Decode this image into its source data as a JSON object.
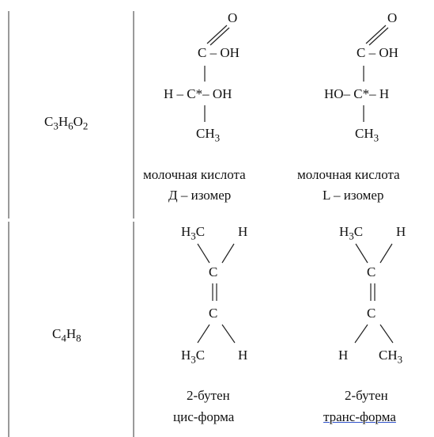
{
  "rows": [
    {
      "formula": {
        "c": "C",
        "n1": "3",
        "h": "H",
        "n2": "6",
        "o": "O",
        "n3": "2"
      },
      "left": {
        "o": "O",
        "cooh": "C – OH",
        "middle": "H – C*– OH",
        "ch3": {
          "ch": "CH",
          "sub": "3"
        },
        "name": "молочная кислота",
        "isomer": "Д – изомер"
      },
      "right": {
        "o": "O",
        "cooh": "C – OH",
        "middle": "HO– C*– H",
        "ch3": {
          "ch": "CH",
          "sub": "3"
        },
        "name": "молочная кислота",
        "isomer": "L – изомер"
      }
    },
    {
      "formula": {
        "c": "C",
        "n1": "4",
        "h": "H",
        "n2": "8"
      },
      "left": {
        "top_l": {
          "h": "H",
          "sub": "3",
          "c": "C"
        },
        "top_r": "H",
        "c1": "C",
        "c2": "C",
        "bot_l": {
          "h": "H",
          "sub": "3",
          "c": "C"
        },
        "bot_r": "H",
        "name": "2-бутен",
        "form": "цис-форма"
      },
      "right": {
        "top_l": {
          "h": "H",
          "sub": "3",
          "c": "C"
        },
        "top_r": "H",
        "c1": "C",
        "c2": "C",
        "bot_l": "H",
        "bot_r": {
          "ch": "CH",
          "sub": "3"
        },
        "name": "2-бутен",
        "form": "транс-форма"
      }
    }
  ]
}
